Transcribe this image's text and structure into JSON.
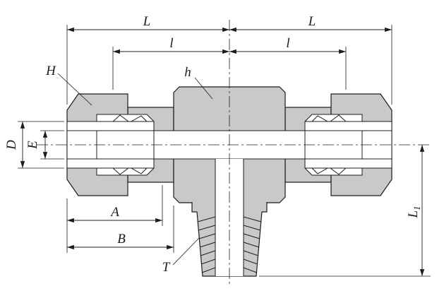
{
  "drawing": {
    "colors": {
      "background": "#ffffff",
      "line": "#1c1c1c",
      "metal": "#c9c9c9"
    },
    "labels": {
      "L_left": "L",
      "L_right": "L",
      "l_left": "l",
      "l_right": "l",
      "H": "H",
      "h": "h",
      "D": "D",
      "E": "E",
      "A": "A",
      "B": "B",
      "T": "T",
      "L1_base": "L",
      "L1_sub": "1"
    }
  }
}
